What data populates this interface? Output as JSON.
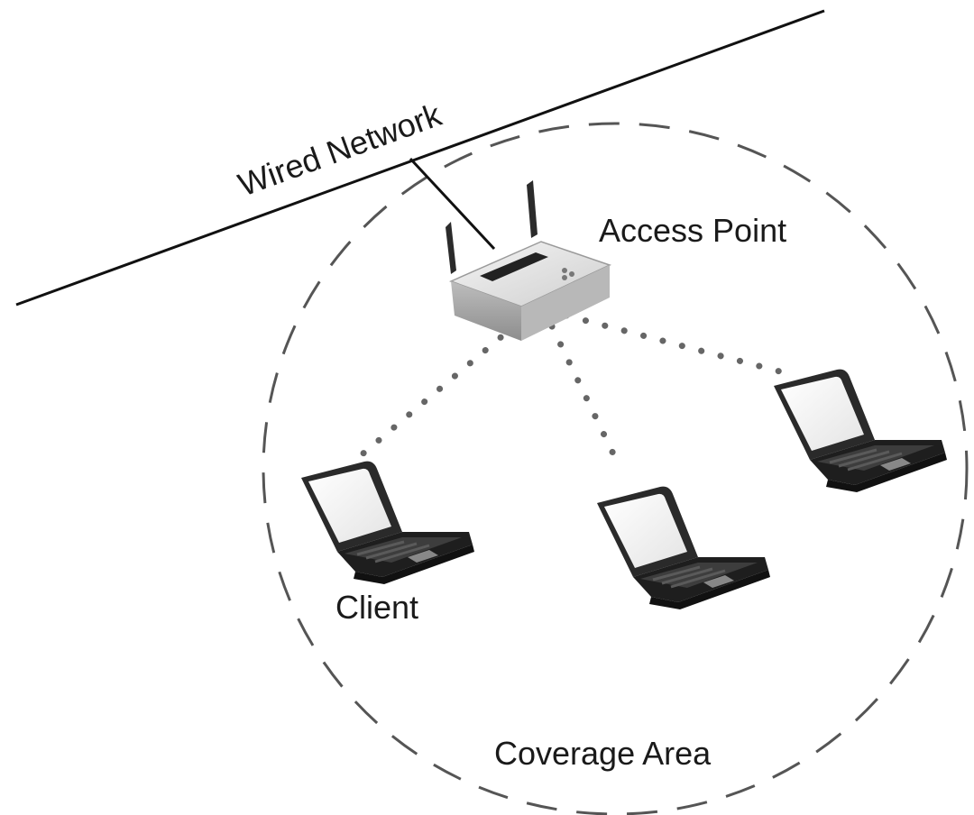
{
  "labels": {
    "wired_network": "Wired Network",
    "access_point": "Access Point",
    "client": "Client",
    "coverage_area": "Coverage Area"
  },
  "nodes": {
    "access_point": {
      "icon": "wireless-router-icon"
    },
    "clients": [
      {
        "icon": "laptop-icon"
      },
      {
        "icon": "laptop-icon"
      },
      {
        "icon": "laptop-icon"
      }
    ]
  },
  "colors": {
    "background": "#ffffff",
    "line": "#111111",
    "dashed": "#555555",
    "dotted": "#666666"
  }
}
